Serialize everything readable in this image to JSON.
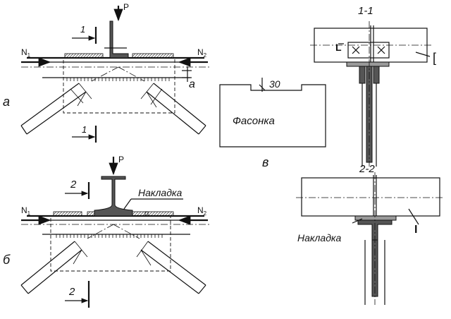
{
  "labels": {
    "p_top": "P",
    "p_bottom": "P",
    "n1_top": "N",
    "n1_top_sub": "1",
    "n2_top": "N",
    "n2_top_sub": "2",
    "n1_bottom": "N",
    "n1_bottom_sub": "1",
    "n2_bottom": "N",
    "n2_bottom_sub": "2",
    "section_1_top": "1",
    "section_1_bottom": "1",
    "section_2_top": "2",
    "section_2_bottom": "2",
    "dim_a": "a",
    "variant_a": "а",
    "variant_b": "б",
    "variant_v": "в",
    "dim_30": "30",
    "fasonka": "Фасонка",
    "nakladka_b": "Накладка",
    "section_11_title": "1-1",
    "section_22_title": "2-2",
    "nakladka_22": "Накладка",
    "angle_mark": "L",
    "channel_mark": "[",
    "ibeam_mark": "I"
  }
}
